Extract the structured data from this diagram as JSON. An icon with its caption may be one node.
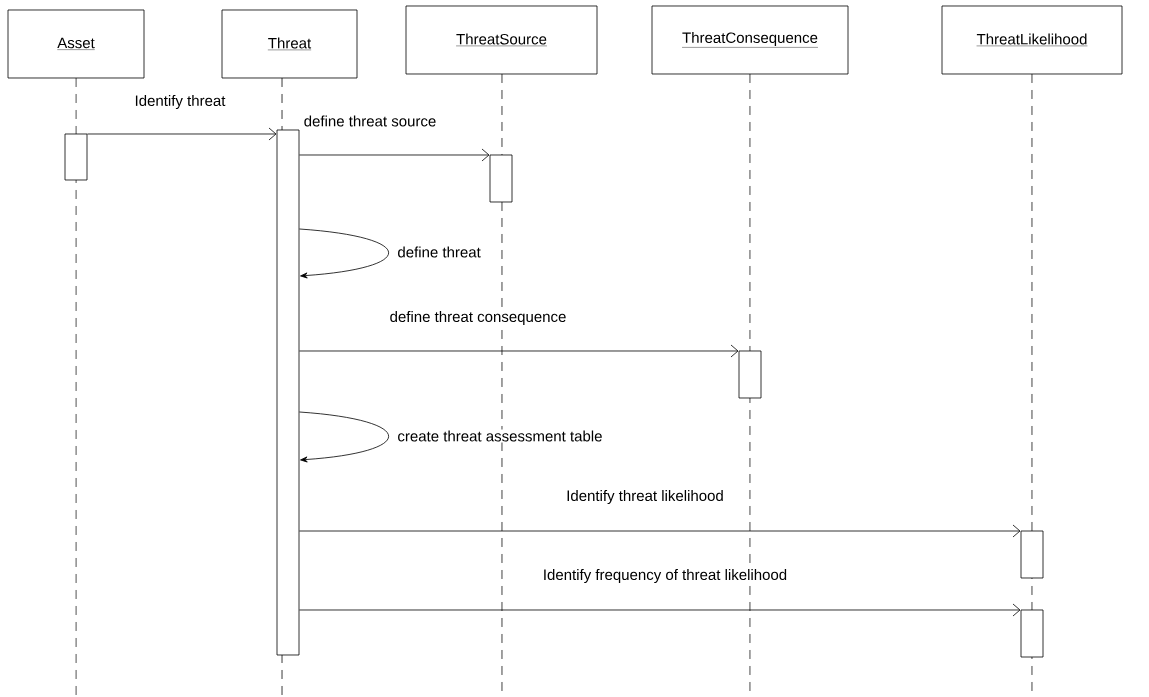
{
  "diagram": {
    "nodes": [
      {
        "text": [
          "Asset"
        ]
      },
      {
        "text": [
          "Threat"
        ]
      },
      {
        "text": [
          "ThreatSource"
        ]
      },
      {
        "text": [
          "ThreatConsequence"
        ]
      },
      {
        "text": [
          "ThreatLikelihood"
        ]
      },
      {
        "text": [],
        "shape": "bar"
      },
      {
        "text": [],
        "shape": "bar"
      },
      {
        "text": [],
        "shape": "bar"
      },
      {
        "text": [],
        "shape": "bar"
      },
      {
        "text": [],
        "shape": "bar"
      },
      {
        "text": [],
        "shape": "bar"
      }
    ],
    "edges": [
      {
        "from": 5,
        "to": 6,
        "arrow": "to",
        "label": "Identify threat"
      },
      {
        "from": 6,
        "to": 7,
        "arrow": "to",
        "label": "define threat source"
      },
      {
        "from": 6,
        "to": 6,
        "arrow": "to",
        "label": "define threat"
      },
      {
        "from": 6,
        "to": 8,
        "arrow": "to",
        "label": "define threat consequence"
      },
      {
        "from": 6,
        "to": 6,
        "arrow": "to",
        "label": "create threat assessment table"
      },
      {
        "from": 6,
        "to": 9,
        "arrow": "to",
        "label": "Identify threat likelihood"
      },
      {
        "from": 6,
        "to": 10,
        "arrow": "to",
        "label": "Identify frequency of threat likelihood"
      }
    ]
  }
}
